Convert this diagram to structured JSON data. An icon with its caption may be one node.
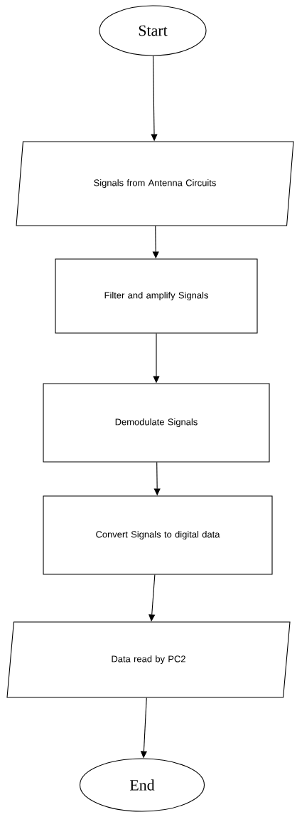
{
  "diagram": {
    "nodes": [
      {
        "text": [
          "Start"
        ]
      },
      {
        "text": [
          "Signals from Antenna Circuits"
        ]
      },
      {
        "text": [
          "Filter and amplify Signals"
        ]
      },
      {
        "text": [
          "Demodulate Signals"
        ]
      },
      {
        "text": [
          "Convert Signals to digital data"
        ]
      },
      {
        "text": [
          "Data read by PC2"
        ]
      },
      {
        "text": [
          "End"
        ]
      }
    ],
    "edges": [
      {
        "from": 0,
        "to": 1,
        "arrow": "to"
      },
      {
        "from": 1,
        "to": 2,
        "arrow": "to"
      },
      {
        "from": 2,
        "to": 3,
        "arrow": "to"
      },
      {
        "from": 3,
        "to": 4,
        "arrow": "to"
      },
      {
        "from": 4,
        "to": 5,
        "arrow": "to"
      },
      {
        "from": 5,
        "to": 6,
        "arrow": "to"
      }
    ]
  }
}
